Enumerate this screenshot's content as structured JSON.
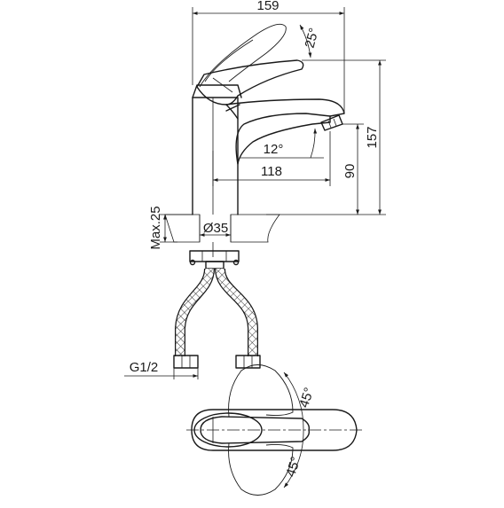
{
  "dimensions": {
    "overall_width": "159",
    "lever_angle": "25°",
    "overall_height": "157",
    "spout_height": "90",
    "spout_reach": "118",
    "spout_angle": "12°",
    "base_diameter": "Ø35",
    "max_countertop": "Max.25",
    "hose_thread": "G1/2",
    "rotation_left": "45°",
    "rotation_right": "45°"
  }
}
